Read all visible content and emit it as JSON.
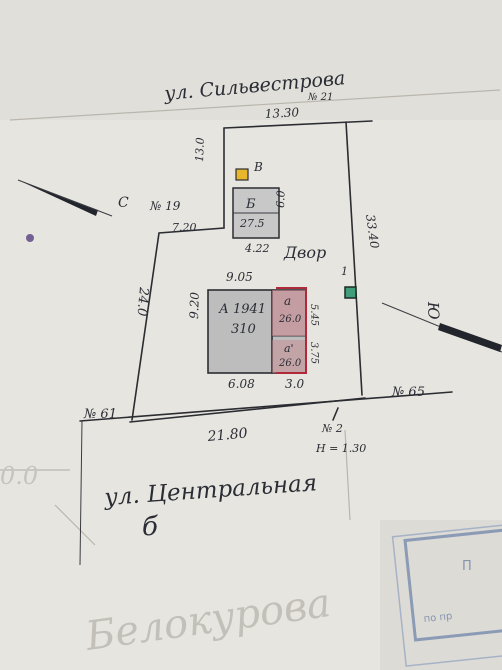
{
  "streets": {
    "north": "ул. Сильвестрова",
    "south": "ул. Центральная"
  },
  "plot_numbers": {
    "north": "№ 21",
    "west": "№ 19",
    "southwest": "№ 61",
    "east": "№ 65",
    "south": "№ 2"
  },
  "dimensions": {
    "north": "13.30",
    "east": "33.40",
    "south": "21.80",
    "west": "24.0",
    "small_vertical": "13.0",
    "step_west": "7.20",
    "height_mark": "Н = 1.30"
  },
  "compass": {
    "north_letter": "С",
    "south_letter": "Ю"
  },
  "buildings": {
    "shed": {
      "code": "Б",
      "area": "27.5",
      "right_dim": "6.0",
      "bottom_dim": "4.22"
    },
    "well": {
      "code": "В"
    },
    "house": {
      "top_dim": "9.05",
      "left_dim": "9.20",
      "main_code": "А 1941",
      "main_area": "310",
      "annex_a_code": "а",
      "annex_a_area": "26.0",
      "annex_a_dim": "5.45",
      "annex_b_code": "а'",
      "annex_b_area": "26.0",
      "annex_b_dim": "3.75",
      "bottom_left_dim": "6.08",
      "bottom_right_dim": "3.0"
    }
  },
  "yard_label": "Двор",
  "gate_label": "1",
  "extra": {
    "left_margin": "0.0",
    "street_letter": "б",
    "signature": "Белокурова",
    "stamp": "П",
    "stamp_text": "по пр"
  },
  "colors": {
    "paper": "#e7e5df",
    "ink": "#2b2d33",
    "annex_fill": "#c8848c",
    "annex_outline": "#b02a3a",
    "shed_fill": "#c8c8c8",
    "house_fill": "#bdbdbd",
    "well_fill": "#e7b62a",
    "gate_fill": "#3f9d7b"
  }
}
